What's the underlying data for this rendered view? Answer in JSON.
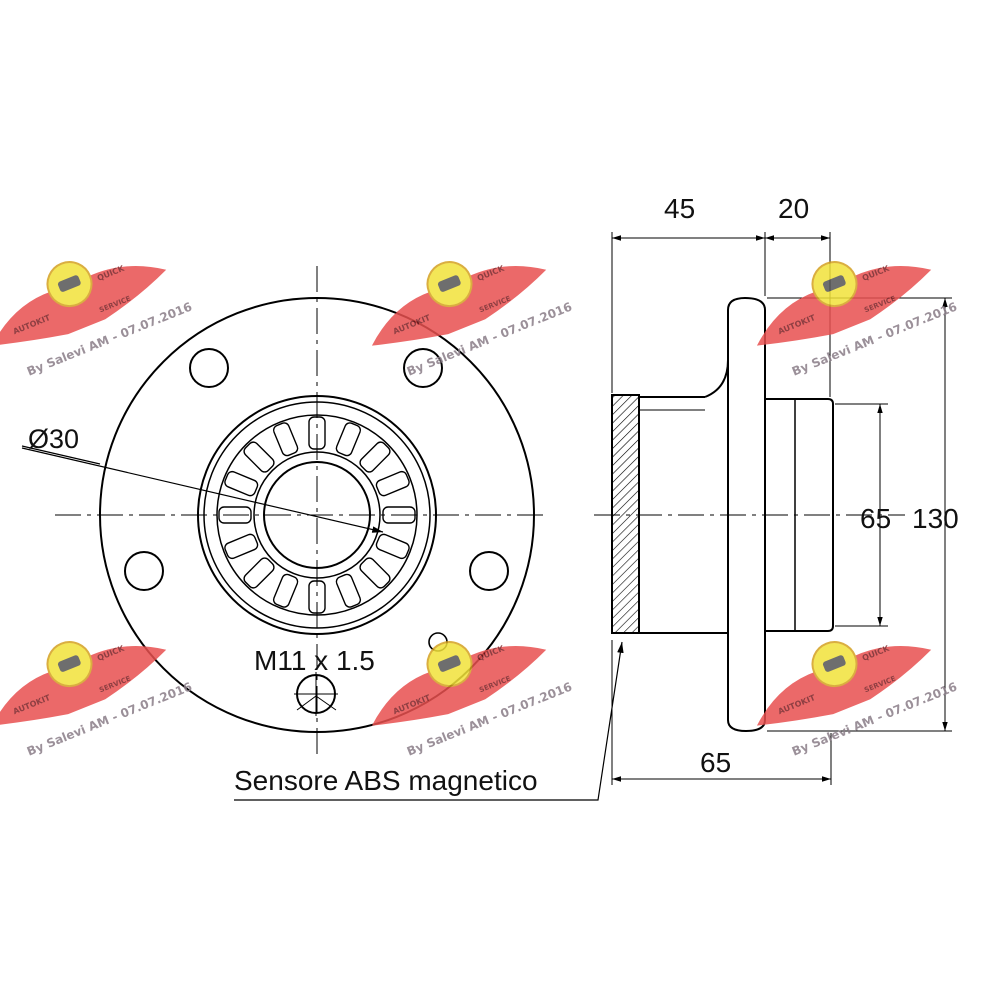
{
  "drawing": {
    "labels": {
      "bore_diameter": "Ø30",
      "bolt_thread": "M11 x 1.5",
      "sensor": "Sensore ABS magnetico",
      "dim_top_left": "45",
      "dim_top_right": "20",
      "dim_inner_height": "65",
      "dim_flange_height": "130",
      "dim_bottom_length": "65"
    },
    "colors": {
      "line": "#000000",
      "watermark_wing": "#e8504f",
      "watermark_badge": "#f2e23a"
    }
  },
  "watermark": {
    "text": "By Salevi AM - 07.07.2016",
    "logo_word_left": "AUTOKIT",
    "logo_word_right": "QUICK",
    "logo_word_bottom": "SERVICE",
    "logo_icon": "car-badge-icon"
  }
}
